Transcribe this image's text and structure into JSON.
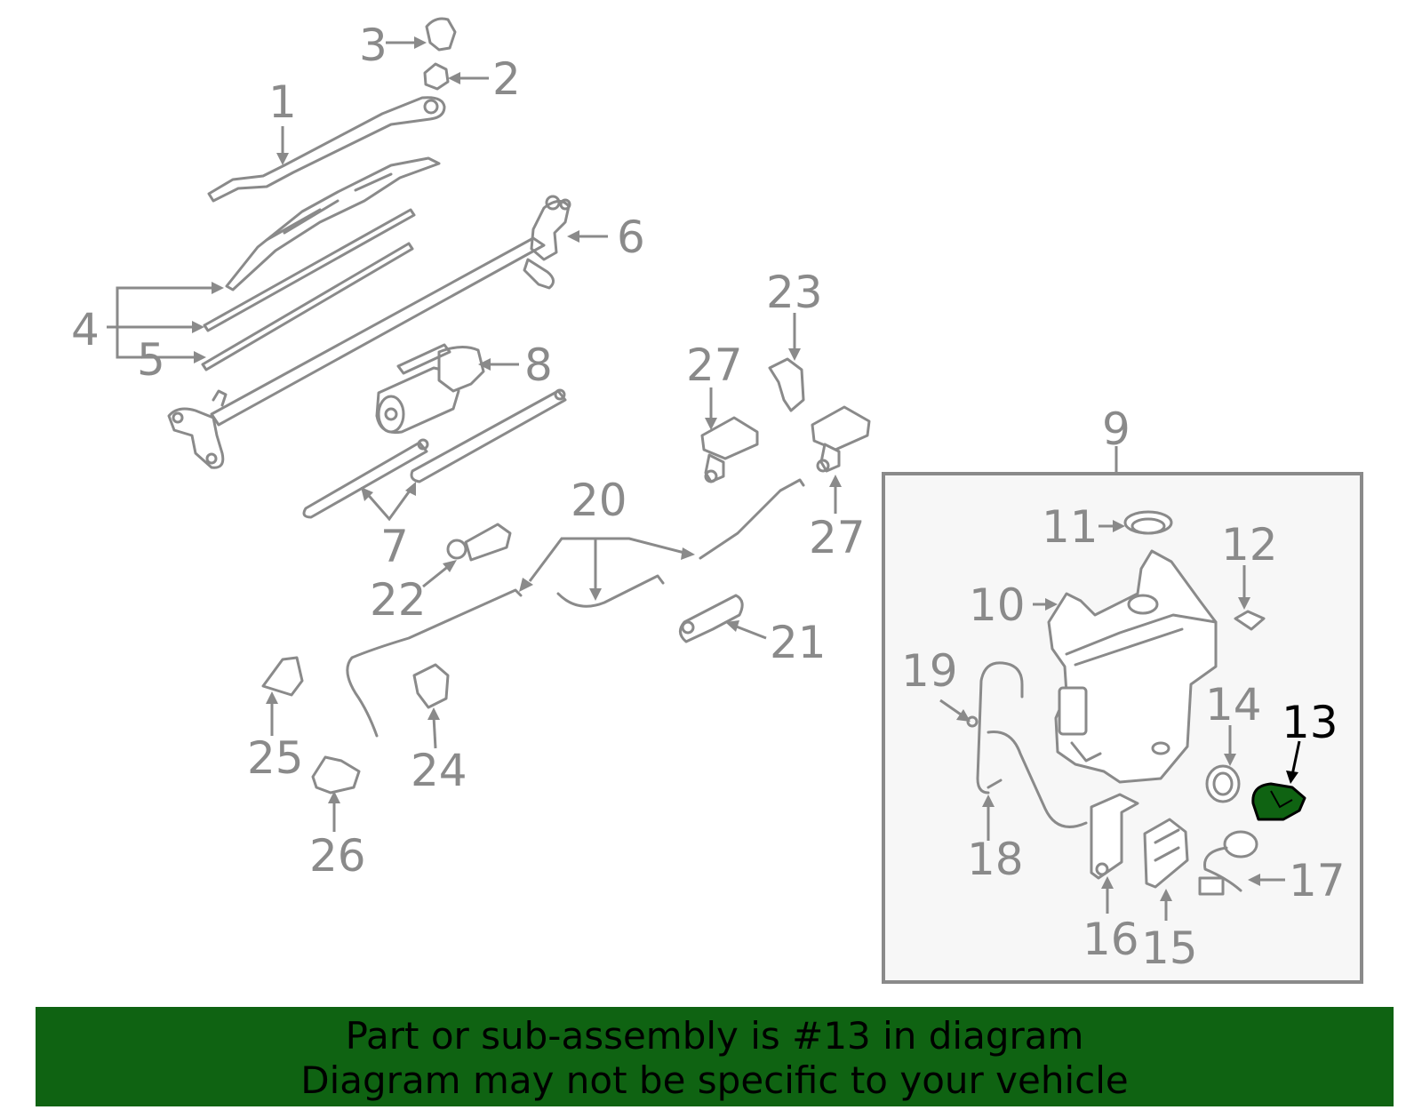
{
  "diagram": {
    "callouts": {
      "c1": "1",
      "c2": "2",
      "c3": "3",
      "c4": "4",
      "c5": "5",
      "c6": "6",
      "c7": "7",
      "c8": "8",
      "c9": "9",
      "c10": "10",
      "c11": "11",
      "c12": "12",
      "c13": "13",
      "c14": "14",
      "c15": "15",
      "c16": "16",
      "c17": "17",
      "c18": "18",
      "c19": "19",
      "c20": "20",
      "c21": "21",
      "c22": "22",
      "c23": "23",
      "c24": "24",
      "c25": "25",
      "c26": "26",
      "c27a": "27",
      "c27b": "27"
    },
    "highlighted_part": "13",
    "colors": {
      "line": "#8a8a8a",
      "highlight": "#0f6312",
      "box_fill": "#f7f7f7",
      "banner": "#0f6312"
    }
  },
  "footer": {
    "line1": "Part or sub-assembly is #13 in diagram",
    "line2": "Diagram may not be specific to your vehicle"
  }
}
